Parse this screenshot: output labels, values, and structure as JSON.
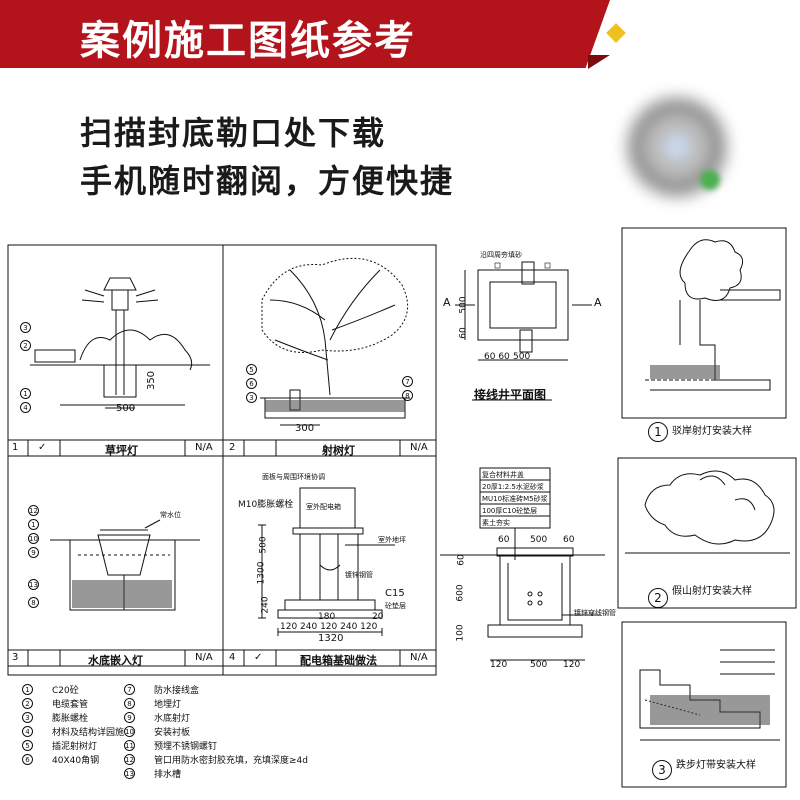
{
  "banner": {
    "title": "案例施工图纸参考"
  },
  "subtitle": {
    "line1": "扫描封底勒口处下载",
    "line2": "手机随时翻阅，方便快捷"
  },
  "panels": {
    "p1": {
      "num": "1",
      "check": "✓",
      "name": "草坪灯",
      "scale": "N/A",
      "dim_width": "500",
      "dim_height": "350",
      "callouts": [
        "3",
        "2",
        "1",
        "4"
      ]
    },
    "p2": {
      "num": "2",
      "check": "",
      "name": "射树灯",
      "scale": "N/A",
      "dim_width": "300",
      "callouts": [
        "5",
        "6",
        "3",
        "7",
        "8"
      ]
    },
    "p3": {
      "num": "3",
      "check": "",
      "name": "水底嵌入灯",
      "scale": "N/A",
      "callouts": [
        "12",
        "1",
        "10",
        "9",
        "13",
        "8"
      ],
      "tag": "常水位"
    },
    "p4": {
      "num": "4",
      "check": "✓",
      "name": "配电箱基础做法",
      "scale": "N/A",
      "label_top": "面板与周围环境协调",
      "label_box": "室外配电箱",
      "label_m10": "M10膨胀螺栓",
      "label_ground": "室外地坪",
      "label_pipe": "镀锌钢管",
      "label_c15": "C15",
      "label_cushion": "砼垫层",
      "dim_h1": "500",
      "dim_h2": "1300",
      "dim_h3": "240",
      "dim_bottom": "1320",
      "dim_row": "120 240 120 240 120",
      "dim_mid": "180",
      "dim_side": "20"
    }
  },
  "well_plan": {
    "title": "接线井平面图",
    "note": "沿四周夯填砂",
    "section_a": "A",
    "dim_side": "500",
    "dim_left": "60",
    "dim_bot": "60 60"
  },
  "well_section": {
    "layers": [
      "复合材料井盖",
      "20厚1:2.5水泥砂浆",
      "MU10标准砖M5砂浆",
      "100厚C10砼垫层",
      "素土夯实"
    ],
    "dims_top": [
      "60",
      "500",
      "60"
    ],
    "dims_left": [
      "60",
      "600",
      "100"
    ],
    "dims_bottom": [
      "120",
      "500",
      "120"
    ],
    "pipe_note": "镀锌穿线钢管"
  },
  "details": [
    {
      "num": "1",
      "title": "驳岸射灯安装大样"
    },
    {
      "num": "2",
      "title": "假山射灯安装大样"
    },
    {
      "num": "3",
      "title": "跌步灯带安装大样"
    }
  ],
  "legend": [
    {
      "num": "1",
      "text": "C20砼"
    },
    {
      "num": "2",
      "text": "电缆套管"
    },
    {
      "num": "3",
      "text": "膨胀螺栓"
    },
    {
      "num": "4",
      "text": "材料及结构详园施"
    },
    {
      "num": "5",
      "text": "插泥射树灯"
    },
    {
      "num": "6",
      "text": "40X40角钢"
    },
    {
      "num": "7",
      "text": "防水接线盒"
    },
    {
      "num": "8",
      "text": "地埋灯"
    },
    {
      "num": "9",
      "text": "水底射灯"
    },
    {
      "num": "10",
      "text": "安装衬板"
    },
    {
      "num": "11",
      "text": "预埋不锈钢螺钉"
    },
    {
      "num": "12",
      "text": "管口用防水密封胶充填，充填深度≥4d"
    },
    {
      "num": "13",
      "text": "排水槽"
    }
  ],
  "colors": {
    "banner_red": "#b3141c",
    "banner_dark": "#7a0c10",
    "diamond_gold": "#f0c020",
    "line": "#111111"
  }
}
